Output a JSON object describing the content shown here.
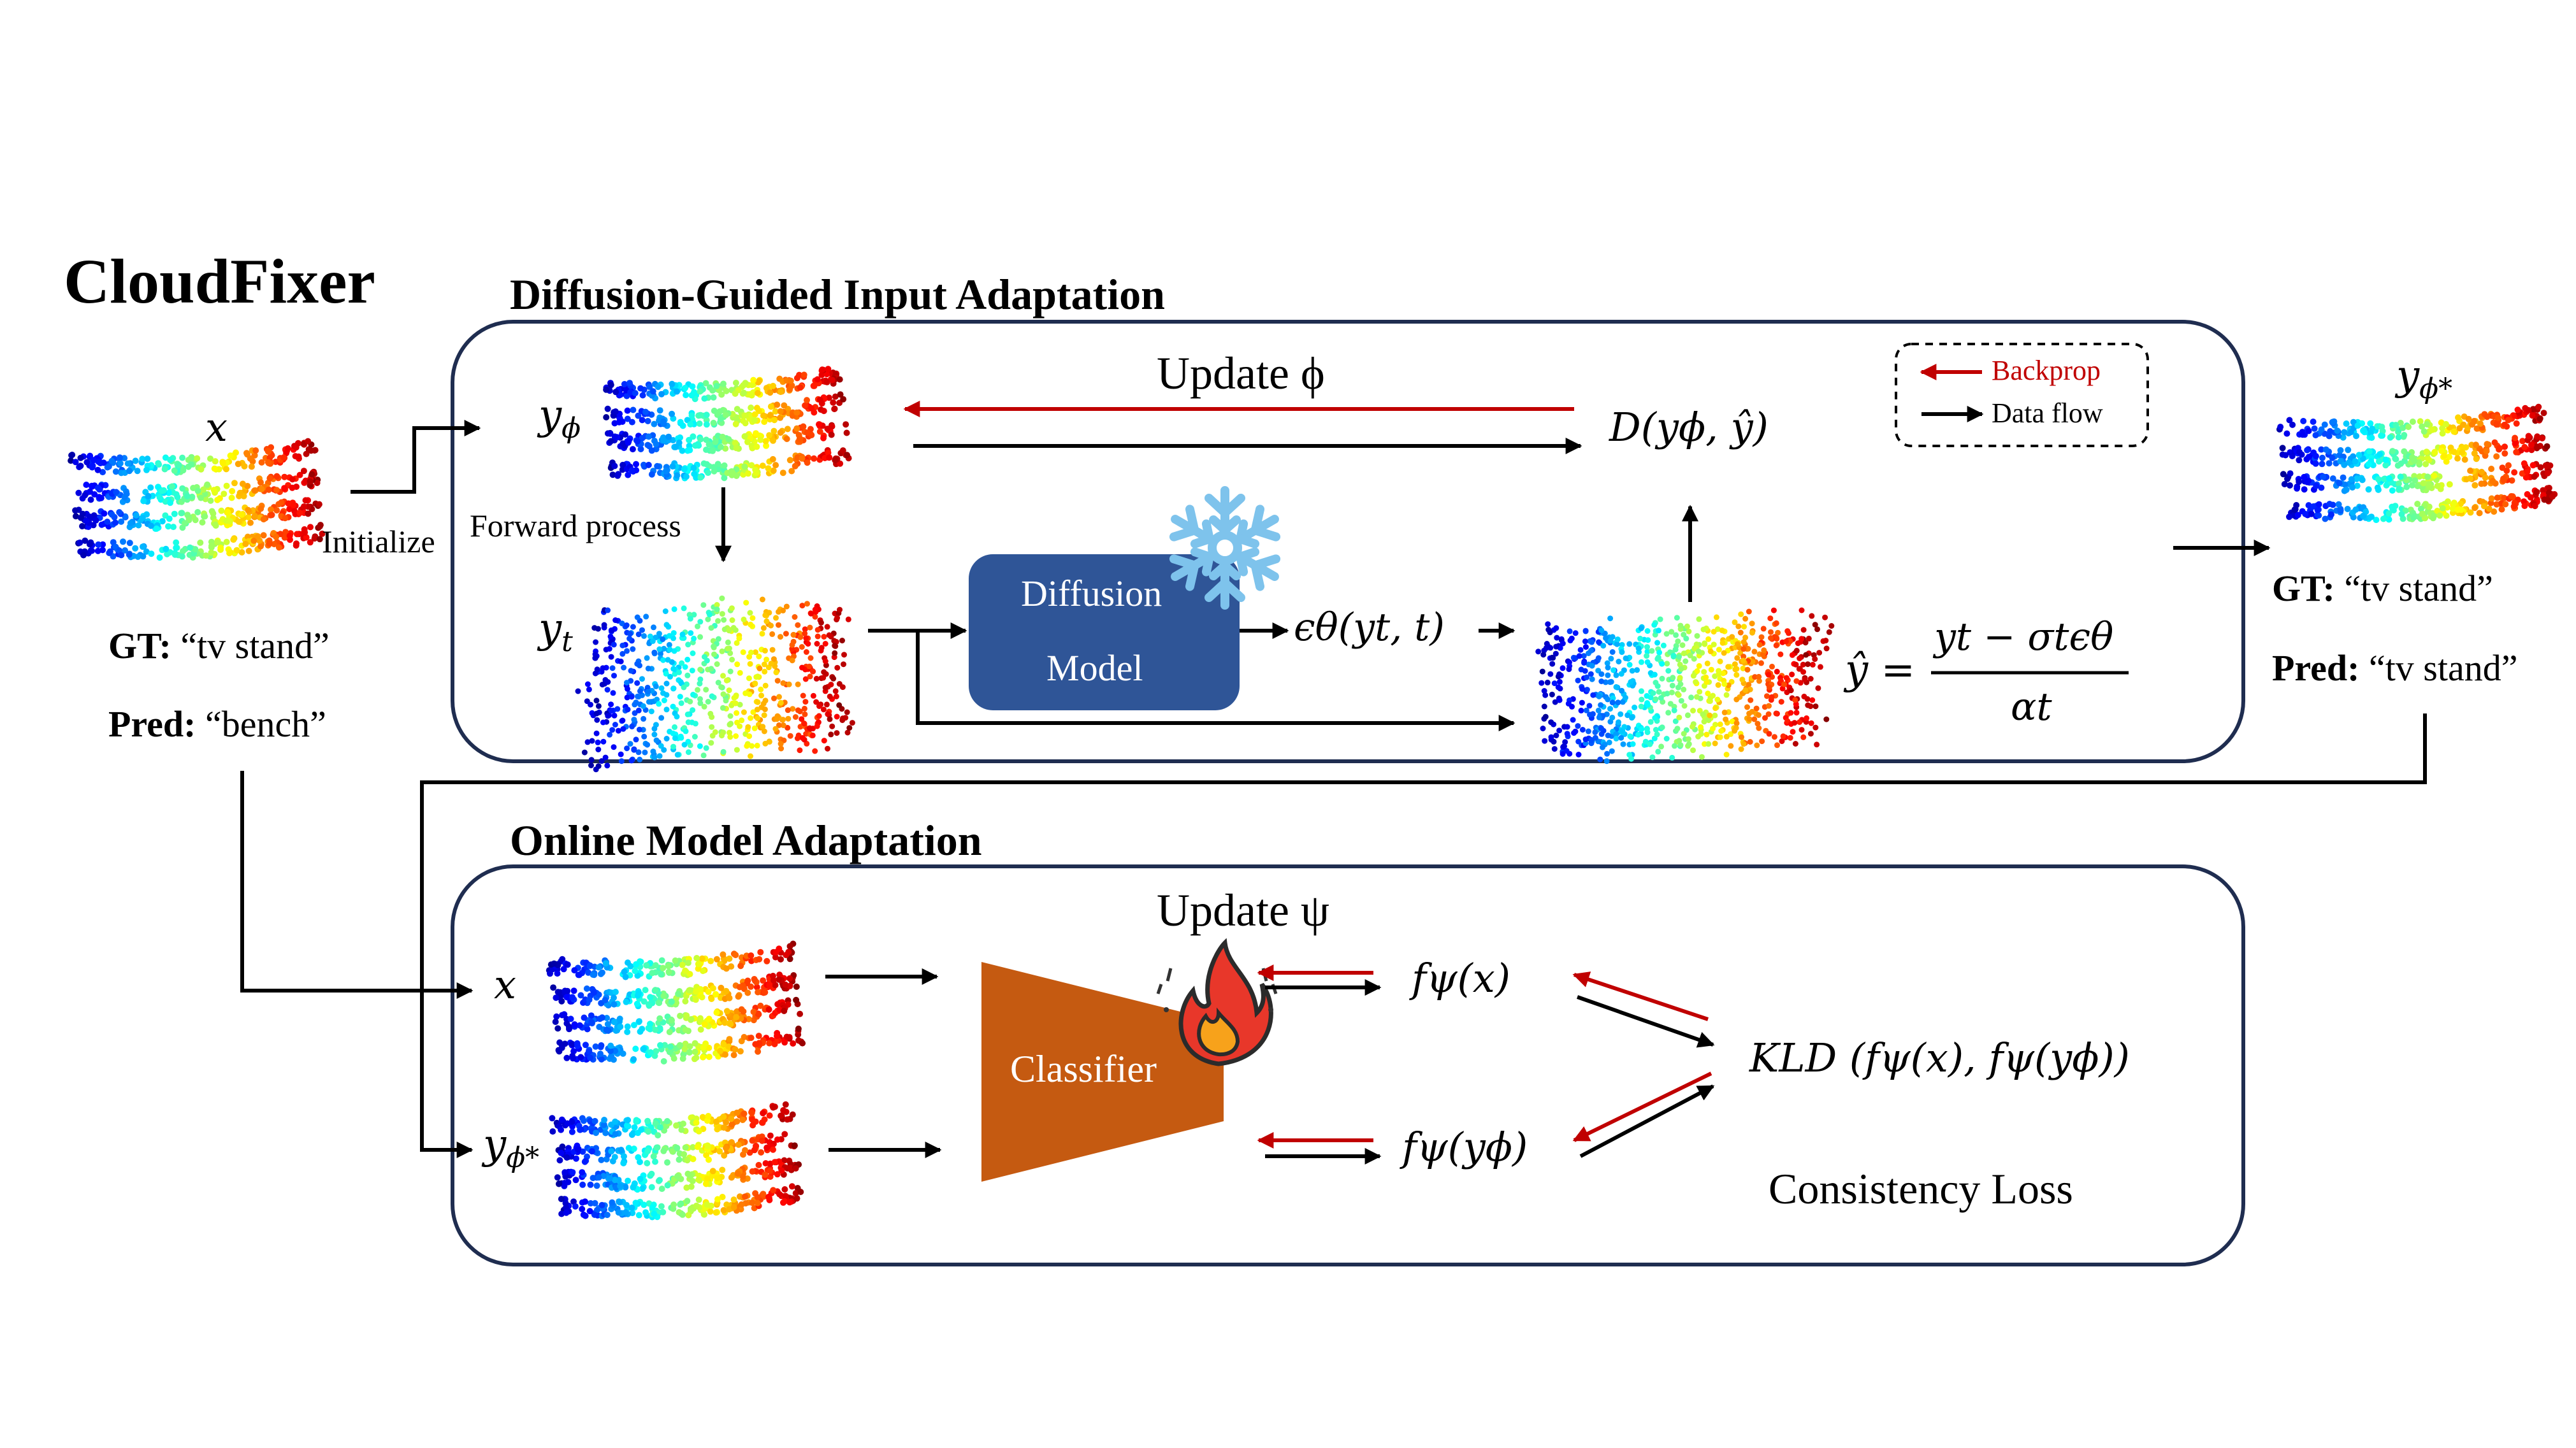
{
  "title": "CloudFixer",
  "sections": {
    "top": "Diffusion-Guided Input Adaptation",
    "bottom": "Online Model Adaptation"
  },
  "legend": {
    "backprop": "Backprop",
    "dataflow": "Data flow"
  },
  "input": {
    "var": "x",
    "gt_label": "GT:",
    "gt_value": "“tv stand”",
    "pred_label": "Pred:",
    "pred_value": "“bench”",
    "initialize": "Initialize"
  },
  "output": {
    "var": "y",
    "var_sub": "ϕ*",
    "gt_label": "GT:",
    "gt_value": "“tv stand”",
    "pred_label": "Pred:",
    "pred_value": "“tv stand”"
  },
  "top_box": {
    "y_phi": "y",
    "y_phi_sub": "ϕ",
    "update_phi": "Update ϕ",
    "distance": "D(yϕ, ŷ)",
    "forward_process": "Forward process",
    "y_t": "y",
    "y_t_sub": "t",
    "diffusion_model_line1": "Diffusion",
    "diffusion_model_line2": "Model",
    "epsilon": "ϵθ(yt, t)",
    "yhat_lhs": "ŷ =",
    "yhat_num": "yt − σtϵθ",
    "yhat_den": "αt",
    "frozen_icon": "snowflake-icon"
  },
  "bottom_box": {
    "update_psi": "Update ψ",
    "x": "x",
    "y_phi_star": "y",
    "y_phi_star_sub": "ϕ*",
    "classifier": "Classifier",
    "f_x": "fψ(x)",
    "f_y": "fψ(yϕ)",
    "kld": "KLD (fψ(x), fψ(yϕ))",
    "consistency_loss": "Consistency Loss",
    "trainable_icon": "fire-icon"
  },
  "colors": {
    "box_border": "#1f2d50",
    "backprop_arrow": "#c00000",
    "dataflow_arrow": "#000000",
    "diffusion_model": "#2f5597",
    "classifier": "#c55a11",
    "snowflake": "#7ec3ec",
    "fire_outer": "#e8372a",
    "fire_inner": "#f7a21b"
  }
}
